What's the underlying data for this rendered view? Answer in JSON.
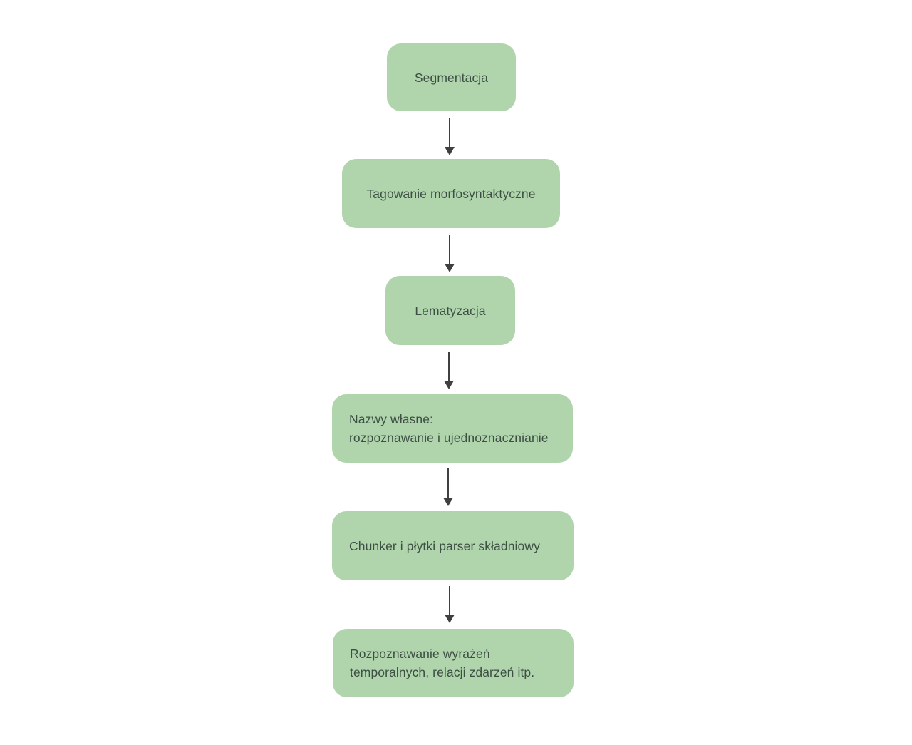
{
  "diagram": {
    "description": "Flowchart of a Polish NLP processing pipeline, six stages connected by downward arrows",
    "nodes": [
      {
        "id": "segmentacja",
        "label": "Segmentacja"
      },
      {
        "id": "tagowanie",
        "label": "Tagowanie morfosyntaktyczne"
      },
      {
        "id": "lematyzacja",
        "label": "Lematyzacja"
      },
      {
        "id": "nazwy-wlasne",
        "label": "Nazwy własne:\nrozpoznawanie i ujednoznacznianie"
      },
      {
        "id": "chunker",
        "label": "Chunker i płytki parser składniowy"
      },
      {
        "id": "temporalne",
        "label": "Rozpoznawanie wyrażeń\ntemporalnych, relacji zdarzeń itp."
      }
    ],
    "edges": [
      {
        "from": "segmentacja",
        "to": "tagowanie"
      },
      {
        "from": "tagowanie",
        "to": "lematyzacja"
      },
      {
        "from": "lematyzacja",
        "to": "nazwy-wlasne"
      },
      {
        "from": "nazwy-wlasne",
        "to": "chunker"
      },
      {
        "from": "chunker",
        "to": "temporalne"
      }
    ],
    "colors": {
      "node_fill": "#b0d5ad",
      "node_text": "#3d4f43",
      "arrow": "#3f3f3f",
      "background": "#ffffff"
    }
  }
}
